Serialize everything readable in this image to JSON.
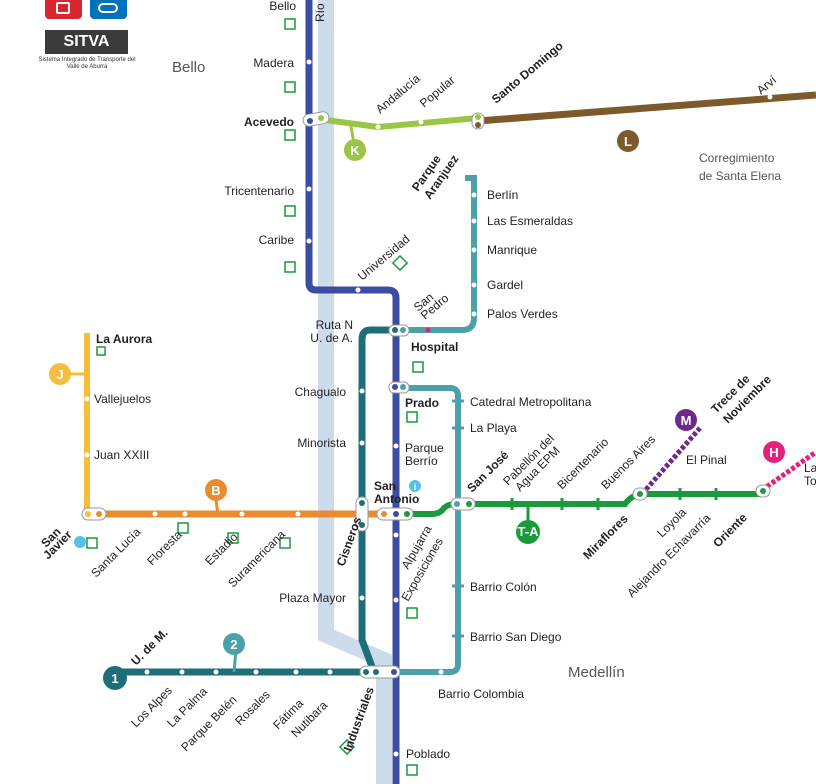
{
  "logo": {
    "name": "SITVA",
    "subtitle": "Sistema Integrado de Transporte del Valle de Aburrá"
  },
  "areas": {
    "bello": "Bello",
    "medellin": "Medellín",
    "corregimiento_1": "Corregimiento",
    "corregimiento_2": "de Santa Elena",
    "rio": "Río M"
  },
  "lines": {
    "metro_a": {
      "color": "#3b4da0"
    },
    "metro_b": {
      "color": "#e98b31",
      "badge": "B"
    },
    "linea_j": {
      "color": "#f4bd3c",
      "badge": "J"
    },
    "linea_k": {
      "color": "#9ac545",
      "badge": "K"
    },
    "linea_l": {
      "color": "#7d5a2b",
      "badge": "L"
    },
    "linea_h": {
      "color": "#e5217c",
      "badge": "H"
    },
    "linea_m": {
      "color": "#6b2a8c",
      "badge": "M"
    },
    "tranvia": {
      "color": "#1a9a3c",
      "badge": "T-A"
    },
    "metroplus_1": {
      "color": "#1d6e78",
      "badge": "1"
    },
    "metroplus_2": {
      "color": "#4aa1a8",
      "badge": "2"
    },
    "river": {
      "color": "#ccdcea"
    },
    "info_color": "#54c1e9"
  },
  "stations": {
    "bello": "Bello",
    "madera": "Madera",
    "acevedo": "Acevedo",
    "tricentenario": "Tricentenario",
    "caribe": "Caribe",
    "universidad": "Universidad",
    "hospital": "Hospital",
    "prado": "Prado",
    "parque_berrio_1": "Parque",
    "parque_berrio_2": "Berrío",
    "san_antonio_1": "San",
    "san_antonio_2": "Antonio",
    "alpujarra": "Alpujarra",
    "exposiciones": "Exposiciones",
    "industriales": "Industriales",
    "poblado": "Poblado",
    "andalucia": "Andalucía",
    "popular": "Popular",
    "santo_domingo": "Santo Domingo",
    "arvi": "Arví",
    "parque_aranjuez_1": "Parque",
    "parque_aranjuez_2": "Aranjuez",
    "berlin": "Berlín",
    "las_esmeraldas": "Las Esmeraldas",
    "manrique": "Manrique",
    "gardel": "Gardel",
    "palos_verdes": "Palos Verdes",
    "san_pedro_1": "San",
    "san_pedro_2": "Pedro",
    "catedral": "Catedral Metropolitana",
    "la_playa": "La Playa",
    "barrio_colon": "Barrio Colón",
    "barrio_san_diego": "Barrio San Diego",
    "barrio_colombia": "Barrio Colombia",
    "ruta_n_1": "Ruta N",
    "ruta_n_2": "U. de A.",
    "chagualo": "Chagualo",
    "minorista": "Minorista",
    "cisneros": "Cisneros",
    "plaza_mayor": "Plaza Mayor",
    "la_aurora": "La Aurora",
    "vallejuelos": "Vallejuelos",
    "juan_xxiii": "Juan XXIII",
    "san_javier_1": "San",
    "san_javier_2": "Javier",
    "santa_lucia": "Santa Lucía",
    "floresta": "Floresta",
    "estadio": "Estadio",
    "suramericana": "Suramericana",
    "san_jose": "San José",
    "pabellon_1": "Pabellón del",
    "pabellon_2": "Agua EPM",
    "bicentenario": "Bicentenario",
    "buenos_aires": "Buenos Aires",
    "miraflores": "Miraflores",
    "loyola": "Loyola",
    "alejandro": "Alejandro Echavarría",
    "oriente": "Oriente",
    "el_pinal": "El Pinal",
    "trece_1": "Trece de",
    "trece_2": "Noviembre",
    "la_to_1": "La",
    "la_to_2": "To",
    "ude_m": "U. de M.",
    "los_alpes": "Los Alpes",
    "la_palma": "La Palma",
    "parque_belen": "Parque Belén",
    "rosales": "Rosales",
    "fatima": "Fátima",
    "nutibara": "Nutibara"
  }
}
